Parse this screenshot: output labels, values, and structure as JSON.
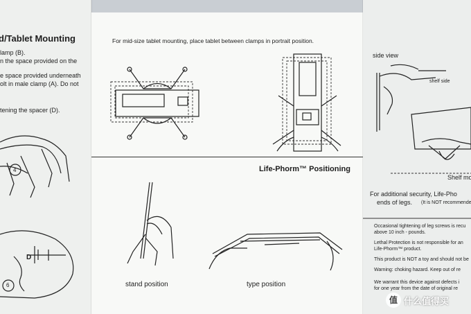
{
  "left_panel": {
    "heading": "d/Tablet Mounting",
    "lines": [
      "lamp (B).",
      "n the space provided on the",
      "e space provided underneath",
      "olt in male clamp (A).  Do not",
      "tening the spacer (D)."
    ],
    "callouts": [
      "4",
      "D",
      "6"
    ]
  },
  "middle_panel": {
    "instruction": "For mid-size tablet mounting, place tablet between clamps in portrait position.",
    "section_heading": "Life-Phorm™ Positioning",
    "captions": {
      "stand": "stand position",
      "type": "type position"
    }
  },
  "right_panel": {
    "side_view_label": "side view",
    "shelf_side_label": "shelf side",
    "shelf_label": "Shelf mo",
    "security_note_line1": "For additional security, Life-Pho",
    "security_note_line2": "ends of legs.",
    "security_note_small": "(It is NOT recommended",
    "bullets": [
      "Occasional tightening of leg screws is recu",
      "above 10 inch - pounds.",
      "Lethal Protection is not responsible for an",
      "Life-Phorm™ product.",
      "This product is NOT a toy and should not be",
      "Warning: choking hazard. Keep out of re",
      "We warrant this device against defects i",
      "for one year from the date of original re"
    ]
  },
  "watermark": {
    "icon": "值",
    "text": "什么值得买"
  }
}
